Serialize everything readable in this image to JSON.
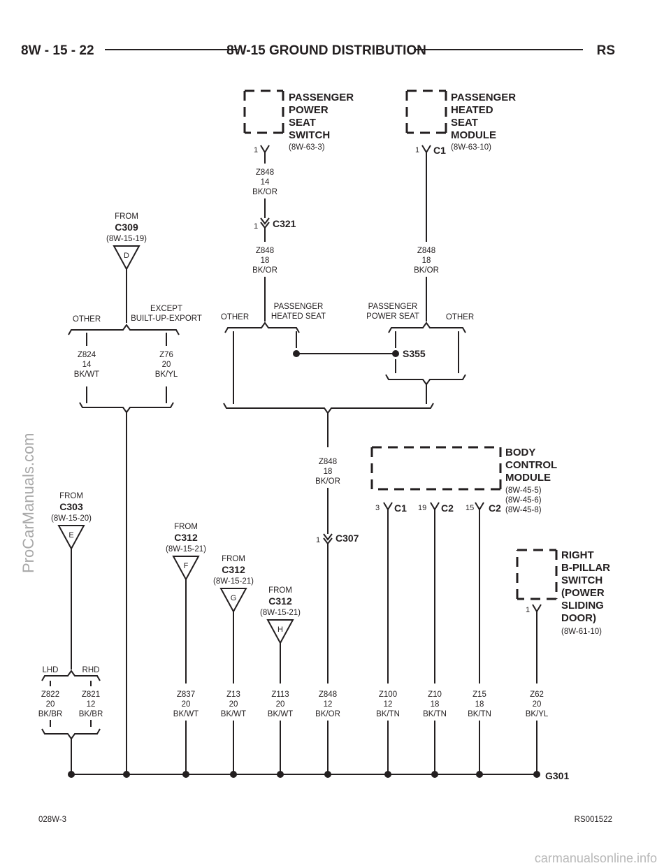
{
  "header": {
    "left": "8W - 15 - 22",
    "center": "8W-15 GROUND DISTRIBUTION",
    "right": "RS"
  },
  "footer": {
    "left": "028W-3",
    "right": "RS001522"
  },
  "watermark": {
    "side": "ProCarManuals.com",
    "bottom": "carmanualsonline.info"
  },
  "components": {
    "pass_power_seat": {
      "lines": [
        "PASSENGER",
        "POWER",
        "SEAT",
        "SWITCH"
      ],
      "ref": "(8W-63-3)",
      "pin": "1"
    },
    "pass_heated_seat": {
      "lines": [
        "PASSENGER",
        "HEATED",
        "SEAT",
        "MODULE"
      ],
      "ref": "(8W-63-10)",
      "pin": "1",
      "conn": "C1"
    },
    "bcm": {
      "lines": [
        "BODY",
        "CONTROL",
        "MODULE"
      ],
      "refs": [
        "(8W-45-5)",
        "(8W-45-6)",
        "(8W-45-8)"
      ],
      "pins": [
        {
          "pin": "3",
          "conn": "C1"
        },
        {
          "pin": "19",
          "conn": "C2"
        },
        {
          "pin": "15",
          "conn": "C2"
        }
      ]
    },
    "bpillar": {
      "lines": [
        "RIGHT",
        "B-PILLAR",
        "SWITCH",
        "(POWER",
        "SLIDING",
        "DOOR)"
      ],
      "ref": "(8W-61-10)",
      "pin": "1"
    }
  },
  "wires": {
    "z848_14": {
      "c": "Z848",
      "g": "14",
      "col": "BK/OR"
    },
    "c321": {
      "pin": "1",
      "name": "C321"
    },
    "z848_18a": {
      "c": "Z848",
      "g": "18",
      "col": "BK/OR"
    },
    "z848_18b": {
      "c": "Z848",
      "g": "18",
      "col": "BK/OR"
    },
    "z848_18c": {
      "c": "Z848",
      "g": "18",
      "col": "BK/OR"
    },
    "c307": {
      "pin": "1",
      "name": "C307"
    },
    "z824": {
      "c": "Z824",
      "g": "14",
      "col": "BK/WT"
    },
    "z76": {
      "c": "Z76",
      "g": "20",
      "col": "BK/YL"
    }
  },
  "branches": {
    "other1": "OTHER",
    "except": [
      "EXCEPT",
      "BUILT-UP-EXPORT"
    ],
    "other2": "OTHER",
    "pass_heated": [
      "PASSENGER",
      "HEATED SEAT"
    ],
    "pass_power": [
      "PASSENGER",
      "POWER SEAT"
    ],
    "other3": "OTHER",
    "lhd": "LHD",
    "rhd": "RHD"
  },
  "splice": "S355",
  "ground": "G301",
  "froms": {
    "d": {
      "from": "FROM",
      "conn": "C309",
      "ref": "(8W-15-19)",
      "letter": "D"
    },
    "e": {
      "from": "FROM",
      "conn": "C303",
      "ref": "(8W-15-20)",
      "letter": "E"
    },
    "f": {
      "from": "FROM",
      "conn": "C312",
      "ref": "(8W-15-21)",
      "letter": "F"
    },
    "g": {
      "from": "FROM",
      "conn": "C312",
      "ref": "(8W-15-21)",
      "letter": "G"
    },
    "h": {
      "from": "FROM",
      "conn": "C312",
      "ref": "(8W-15-21)",
      "letter": "H"
    }
  },
  "bottom_wires": [
    {
      "c": "Z822",
      "g": "20",
      "col": "BK/BR"
    },
    {
      "c": "Z821",
      "g": "12",
      "col": "BK/BR"
    },
    {
      "c": "Z837",
      "g": "20",
      "col": "BK/WT"
    },
    {
      "c": "Z13",
      "g": "20",
      "col": "BK/WT"
    },
    {
      "c": "Z113",
      "g": "20",
      "col": "BK/WT"
    },
    {
      "c": "Z848",
      "g": "12",
      "col": "BK/OR"
    },
    {
      "c": "Z100",
      "g": "12",
      "col": "BK/TN"
    },
    {
      "c": "Z10",
      "g": "18",
      "col": "BK/TN"
    },
    {
      "c": "Z15",
      "g": "18",
      "col": "BK/TN"
    },
    {
      "c": "Z62",
      "g": "20",
      "col": "BK/YL"
    }
  ]
}
